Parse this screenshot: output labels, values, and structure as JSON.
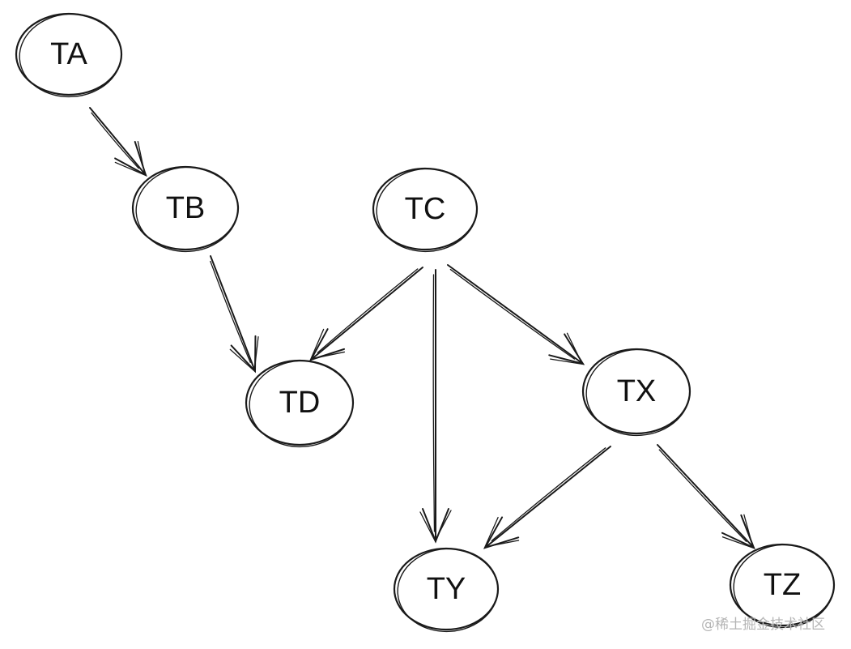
{
  "diagram": {
    "nodes": [
      {
        "id": "TA",
        "label": "TA"
      },
      {
        "id": "TB",
        "label": "TB"
      },
      {
        "id": "TC",
        "label": "TC"
      },
      {
        "id": "TD",
        "label": "TD"
      },
      {
        "id": "TX",
        "label": "TX"
      },
      {
        "id": "TY",
        "label": "TY"
      },
      {
        "id": "TZ",
        "label": "TZ"
      }
    ],
    "edges": [
      {
        "from": "TA",
        "to": "TB"
      },
      {
        "from": "TB",
        "to": "TD"
      },
      {
        "from": "TC",
        "to": "TD"
      },
      {
        "from": "TC",
        "to": "TY"
      },
      {
        "from": "TC",
        "to": "TX"
      },
      {
        "from": "TX",
        "to": "TY"
      },
      {
        "from": "TX",
        "to": "TZ"
      }
    ]
  },
  "watermark": "@稀土掘金技术社区"
}
